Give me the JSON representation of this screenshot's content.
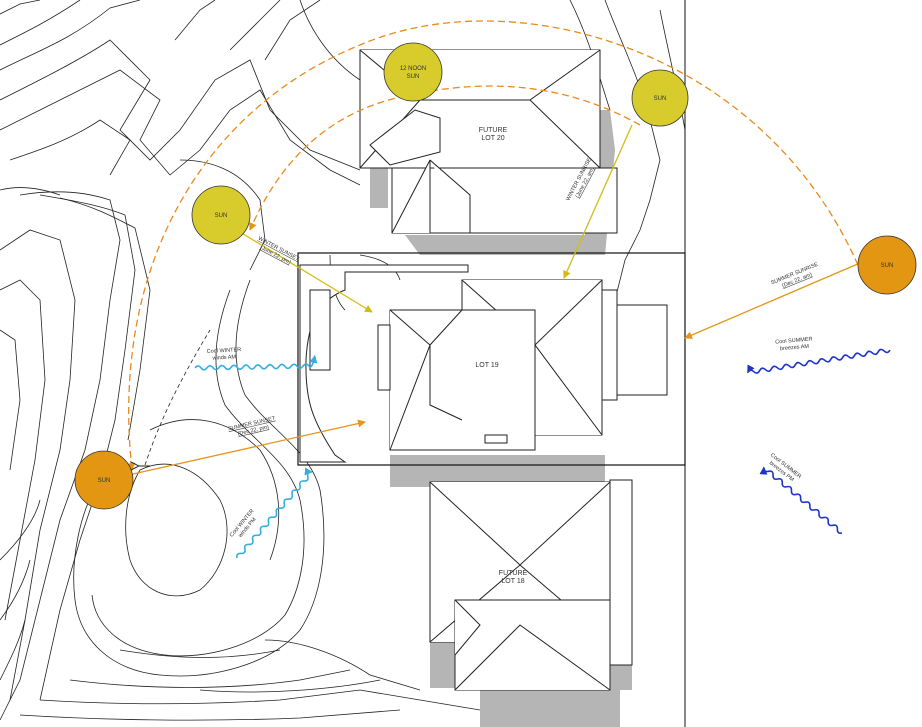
{
  "colors": {
    "sun_winter": "#d8cc2c",
    "sun_summer": "#e39612",
    "arc_orange": "#e98a1c",
    "ray_winter": "#d4bd12",
    "ray_summer": "#e3961a",
    "wind_winter": "#36aee0",
    "wind_summer": "#1d35c9",
    "shadow": "#b5b5b5",
    "line": "#222222"
  },
  "suns": {
    "noon": "12 NOON",
    "noon_sub": "SUN",
    "winter_rise": "SUN",
    "winter_set": "SUN",
    "summer_rise": "SUN",
    "summer_set": "SUN"
  },
  "lots": {
    "lot20_l1": "FUTURE",
    "lot20_l2": "LOT 20",
    "lot19": "LOT 19",
    "lot18_l1": "FUTURE",
    "lot18_l2": "LOT 18"
  },
  "annotations": {
    "winter_sunrise_l1": "WINTER SUNRISE",
    "winter_sunrise_l2": "(June 22, am)",
    "winter_sunset_l1": "WINTER SUNSET",
    "winter_sunset_l2": "(June 22, pm)",
    "summer_sunrise_l1": "SUMMER SUNRISE",
    "summer_sunrise_l2": "(Dec 22, am)",
    "summer_sunset_l1": "SUMMER SUNSET",
    "summer_sunset_l2": "(Dec 22, pm)",
    "cool_winter_am_l1": "Cool WINTER",
    "cool_winter_am_l2": "winds AM",
    "cool_winter_pm_l1": "Cool WINTER",
    "cool_winter_pm_l2": "winds PM",
    "cool_summer_am_l1": "Cool SUMMER",
    "cool_summer_am_l2": "breezes AM",
    "cool_summer_pm_l1": "Cool SUMMER",
    "cool_summer_pm_l2": "breezes PM"
  }
}
